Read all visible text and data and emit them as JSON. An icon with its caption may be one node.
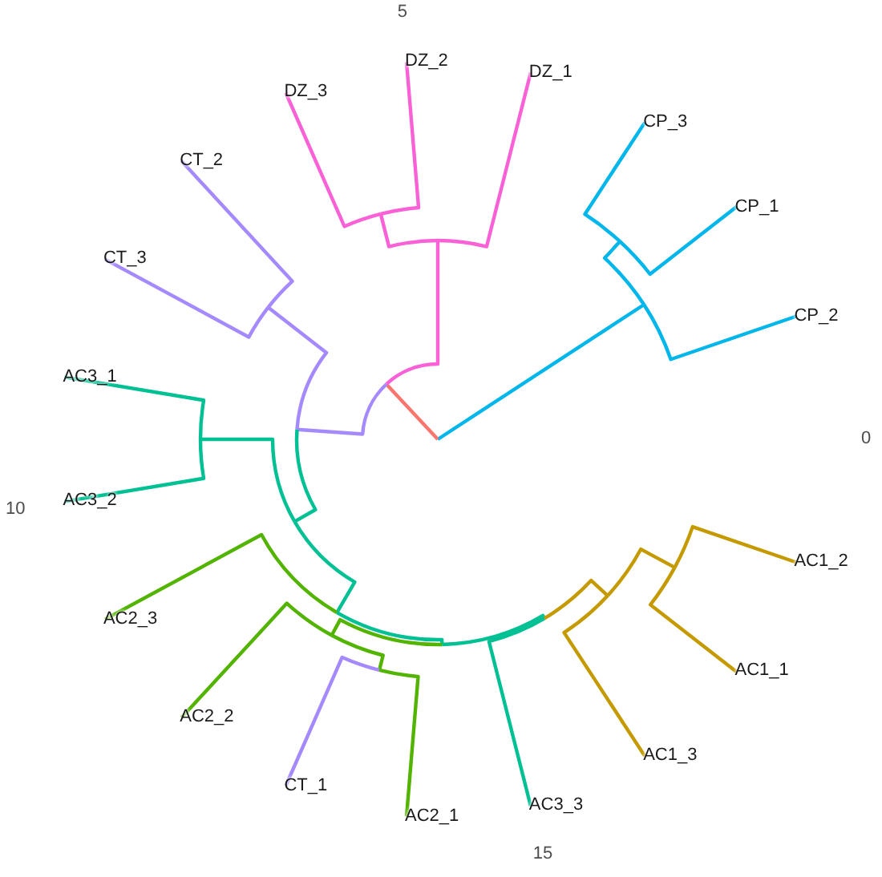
{
  "diagram": {
    "labels": [
      "5",
      "DZ_2",
      "DZ_1",
      "DZ_3",
      "CP_3",
      "CT_2",
      "CP_1",
      "CT_3",
      "CP_2",
      "AC3_1",
      "0",
      "AC3_2",
      "10",
      "AC1_2",
      "AC2_3",
      "AC1_1",
      "AC2_2",
      "AC1_3",
      "CT_1",
      "AC3_3",
      "AC2_1",
      "15"
    ]
  }
}
